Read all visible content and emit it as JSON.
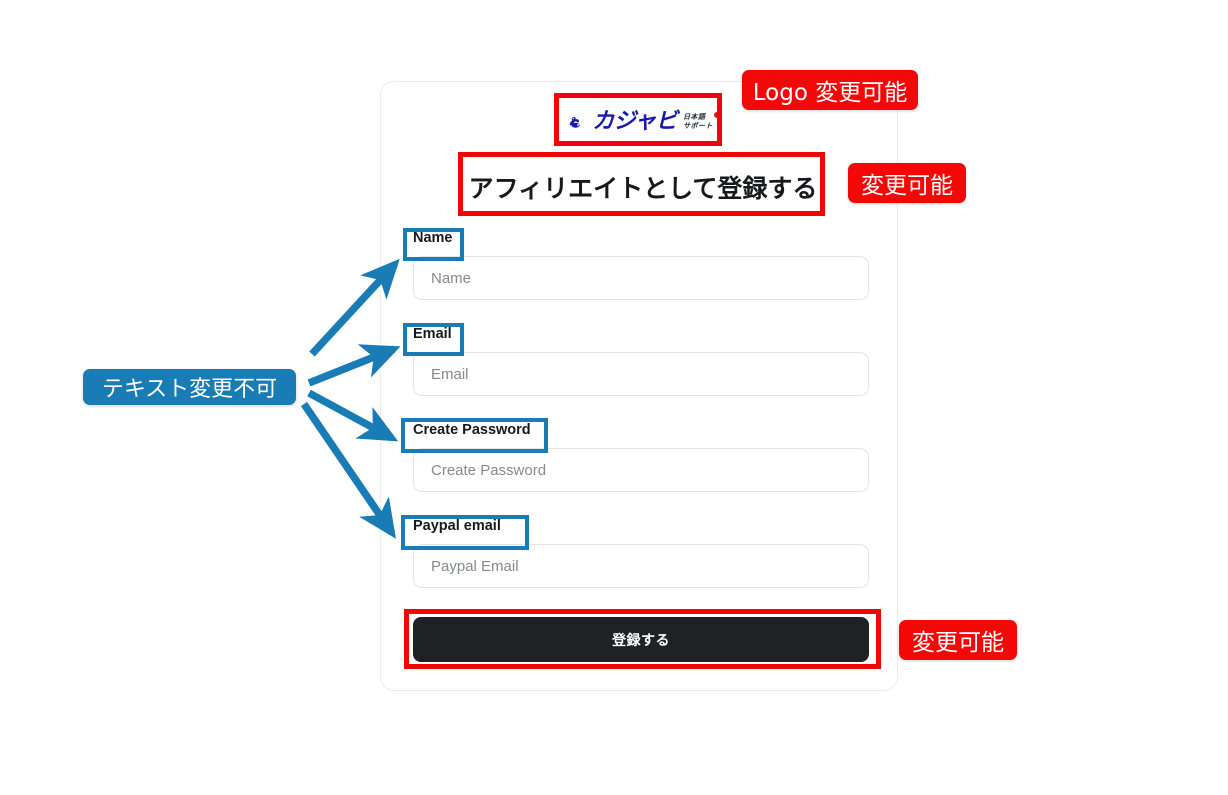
{
  "page": {
    "background_color": "#ffffff",
    "accent_blue": "#1a7cb5",
    "accent_red": "#f40707",
    "button_dark": "#1f2124"
  },
  "card": {
    "logo": {
      "icon_name": "kajabi-mascot-icon",
      "wordmark": "カジャビ",
      "sub_line1": "日本語",
      "sub_line2": "サポート",
      "wordmark_color": "#1a1aa8",
      "dot_color": "#e8161b"
    },
    "title": "アフィリエイトとして登録する",
    "fields": [
      {
        "label": "Name",
        "placeholder": "Name",
        "value": "",
        "type": "text"
      },
      {
        "label": "Email",
        "placeholder": "Email",
        "value": "",
        "type": "email"
      },
      {
        "label": "Create Password",
        "placeholder": "Create Password",
        "value": "",
        "type": "text"
      },
      {
        "label": "Paypal email",
        "placeholder": "Paypal Email",
        "value": "",
        "type": "text"
      }
    ],
    "submit_label": "登録する"
  },
  "annotations": {
    "logo_editable": "Logo 変更可能",
    "title_editable": "変更可能",
    "button_editable": "変更可能",
    "text_locked": "テキスト変更不可"
  }
}
